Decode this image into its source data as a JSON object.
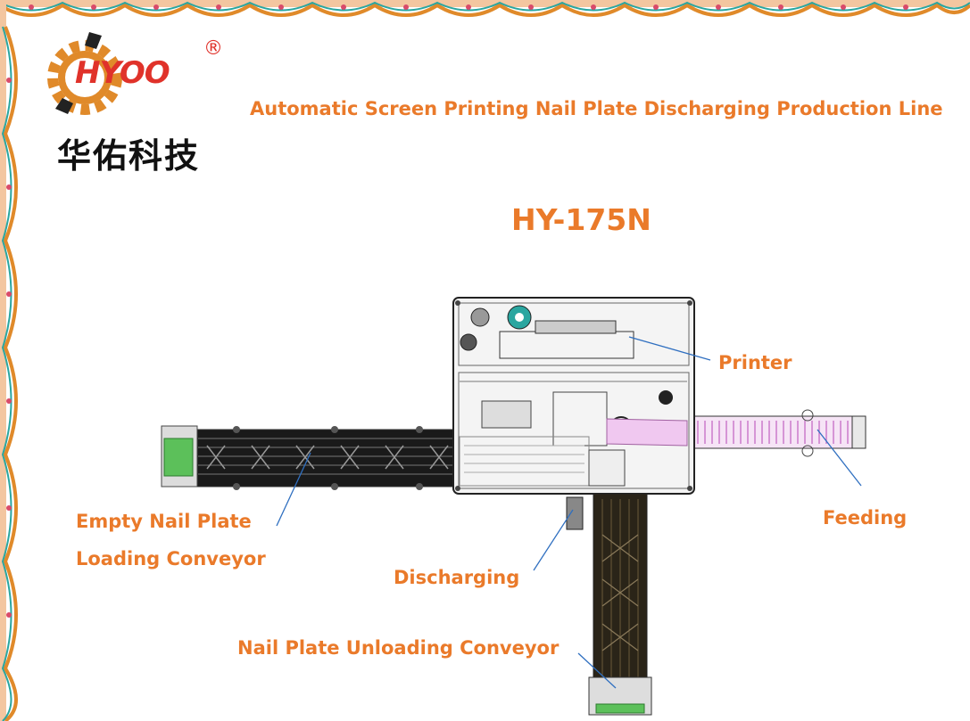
{
  "brand": {
    "logo_text": "HYOO",
    "registered_mark": "®",
    "chinese_name": "华佑科技"
  },
  "title": "Automatic Screen Printing Nail Plate Discharging Production Line",
  "model": "HY-175N",
  "labels": {
    "printer": "Printer",
    "feeding": "Feeding",
    "empty_conveyor_line1": "Empty Nail Plate",
    "empty_conveyor_line2": "Loading Conveyor",
    "discharging": "Discharging",
    "unloading_conveyor": "Nail Plate Unloading Conveyor"
  },
  "colors": {
    "accent": "#ea7a2a",
    "logo_red": "#e0322a",
    "conveyor_green": "#5cc05a",
    "feed_pink": "#e8a6e8",
    "border_teal": "#2aa6a0",
    "callout_blue": "#2f6fc0"
  }
}
